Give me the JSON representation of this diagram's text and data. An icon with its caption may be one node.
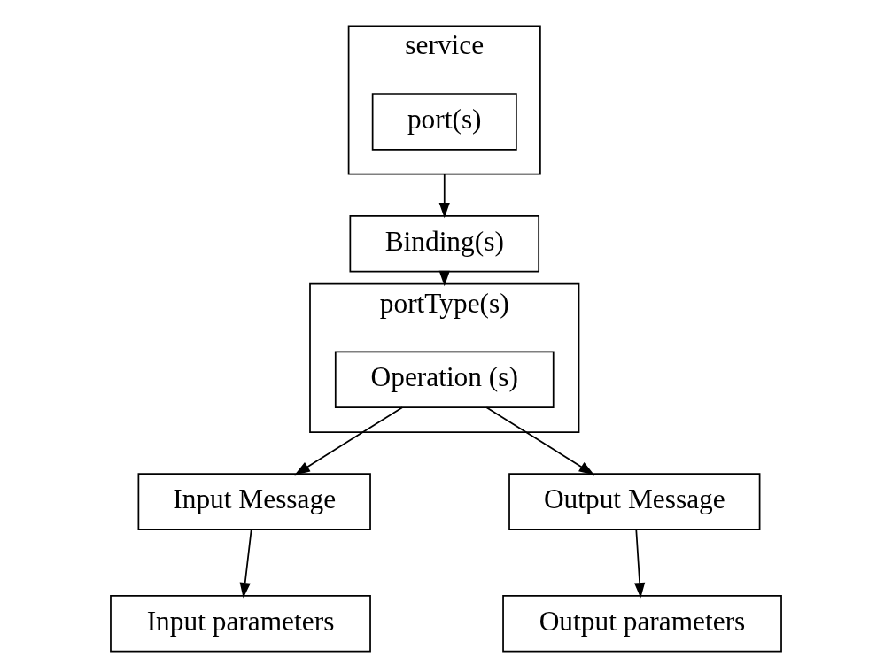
{
  "diagram": {
    "nodes": [
      {
        "text": [
          "service"
        ]
      },
      {
        "text": [
          "port(s)"
        ],
        "in": 0
      },
      {
        "text": [
          "Binding(s)"
        ]
      },
      {
        "text": [
          "portType(s)"
        ]
      },
      {
        "text": [
          "Operation (s)"
        ],
        "in": 3
      },
      {
        "text": [
          "Input Message"
        ]
      },
      {
        "text": [
          "Output Message"
        ]
      },
      {
        "text": [
          "Input parameters"
        ]
      },
      {
        "text": [
          "Output parameters"
        ]
      }
    ],
    "edges": [
      {
        "from": 0,
        "to": 2,
        "arrow": "to"
      },
      {
        "from": 2,
        "to": 3,
        "arrow": "to"
      },
      {
        "from": 4,
        "to": 5,
        "arrow": "to"
      },
      {
        "from": 4,
        "to": 6,
        "arrow": "to"
      },
      {
        "from": 5,
        "to": 7,
        "arrow": "to"
      },
      {
        "from": 6,
        "to": 8,
        "arrow": "to"
      }
    ]
  }
}
